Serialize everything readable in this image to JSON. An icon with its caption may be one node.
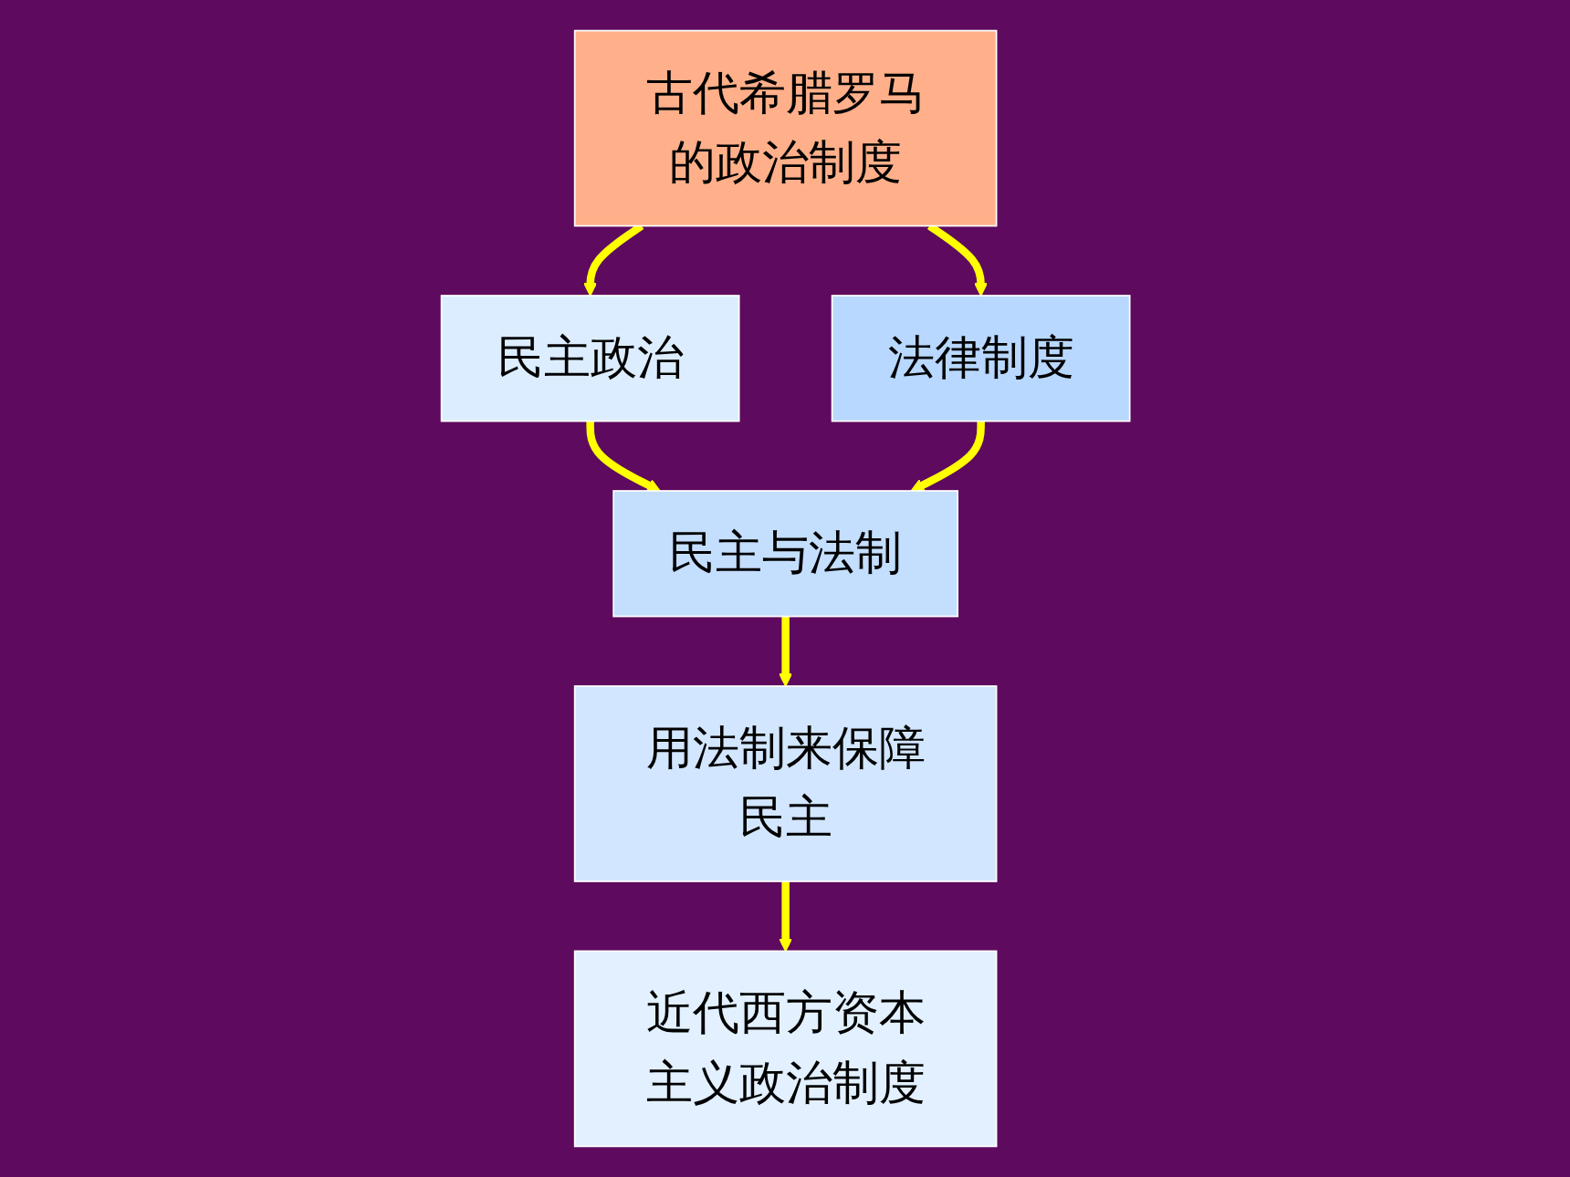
{
  "diagram": {
    "nodes": [
      {
        "text": [
          "古代希腊罗马的政治制度"
        ]
      },
      {
        "text": [
          "民主政治"
        ]
      },
      {
        "text": [
          "法律制度"
        ]
      },
      {
        "text": [
          "民主与法制"
        ]
      },
      {
        "text": [
          "用法制来保障民主"
        ]
      },
      {
        "text": [
          "近代西方资本主义政治制度"
        ]
      }
    ],
    "edges": [
      {
        "from": 0,
        "to": 1,
        "arrow": "to"
      },
      {
        "from": 0,
        "to": 2,
        "arrow": "to"
      },
      {
        "from": 1,
        "to": 3,
        "arrow": "to"
      },
      {
        "from": 2,
        "to": 3,
        "arrow": "to"
      },
      {
        "from": 3,
        "to": 4,
        "arrow": "to"
      },
      {
        "from": 4,
        "to": 5,
        "arrow": "to"
      }
    ]
  }
}
